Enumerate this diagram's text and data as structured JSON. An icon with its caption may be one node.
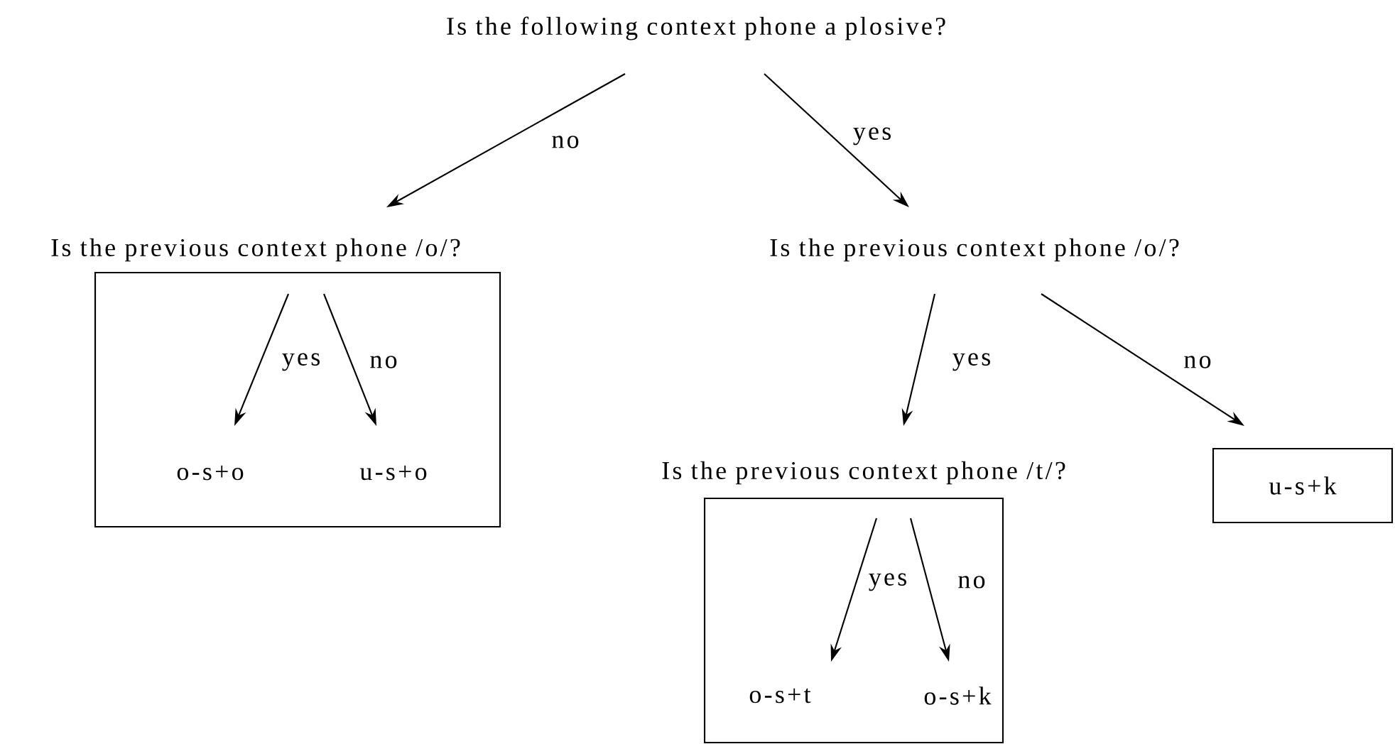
{
  "diagram": {
    "nodes": [
      {
        "text": [
          "Is the following context phone a plosive?"
        ]
      },
      {
        "text": [
          "Is the previous context phone /o/?"
        ]
      },
      {
        "text": [
          "o-s+o"
        ],
        "in": 1
      },
      {
        "text": [
          "u-s+o"
        ],
        "in": 1
      },
      {
        "text": [
          "Is the previous context phone /o/?"
        ]
      },
      {
        "text": [
          "Is the previous context phone /t/?"
        ]
      },
      {
        "text": [
          "o-s+t"
        ],
        "in": 5
      },
      {
        "text": [
          "o-s+k"
        ],
        "in": 5
      },
      {
        "text": [
          "u-s+k"
        ]
      }
    ],
    "edges": [
      {
        "from": 0,
        "to": 1,
        "arrow": "to",
        "label": "no"
      },
      {
        "from": 0,
        "to": 4,
        "arrow": "to",
        "label": "yes"
      },
      {
        "from": 1,
        "to": 2,
        "arrow": "to",
        "label": "yes"
      },
      {
        "from": 1,
        "to": 3,
        "arrow": "to",
        "label": "no"
      },
      {
        "from": 4,
        "to": 5,
        "arrow": "to",
        "label": "yes"
      },
      {
        "from": 4,
        "to": 8,
        "arrow": "to",
        "label": "no"
      },
      {
        "from": 5,
        "to": 6,
        "arrow": "to",
        "label": "yes"
      },
      {
        "from": 5,
        "to": 7,
        "arrow": "to",
        "label": "no"
      }
    ]
  }
}
